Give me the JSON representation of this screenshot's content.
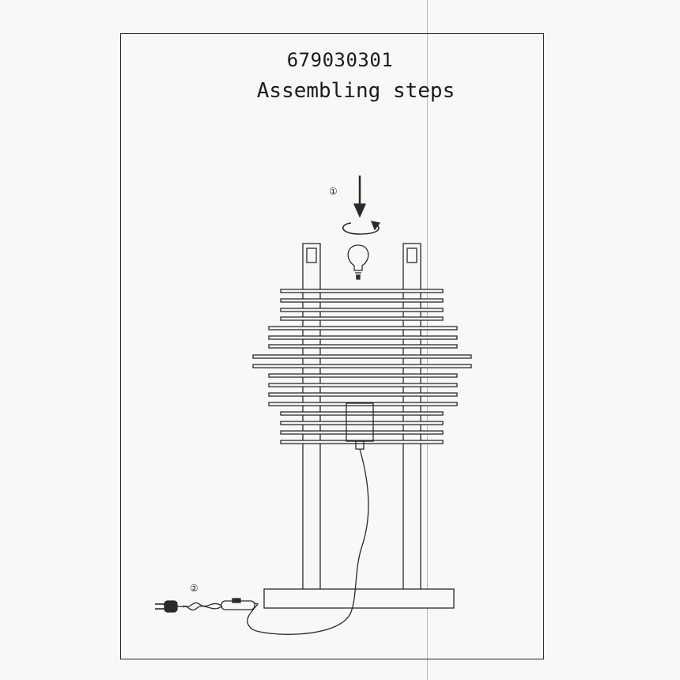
{
  "header": {
    "code": "679030301",
    "title": "Assembling steps"
  },
  "steps": [
    {
      "marker": "①",
      "description_icons": [
        "arrow-down-icon",
        "rotate-clockwise-icon",
        "light-bulb-icon"
      ]
    },
    {
      "marker": "②",
      "description_icons": [
        "power-plug-icon",
        "inline-switch-icon"
      ]
    }
  ],
  "colors": {
    "line": "#2a2a2a",
    "paper": "#f8f8f6"
  }
}
